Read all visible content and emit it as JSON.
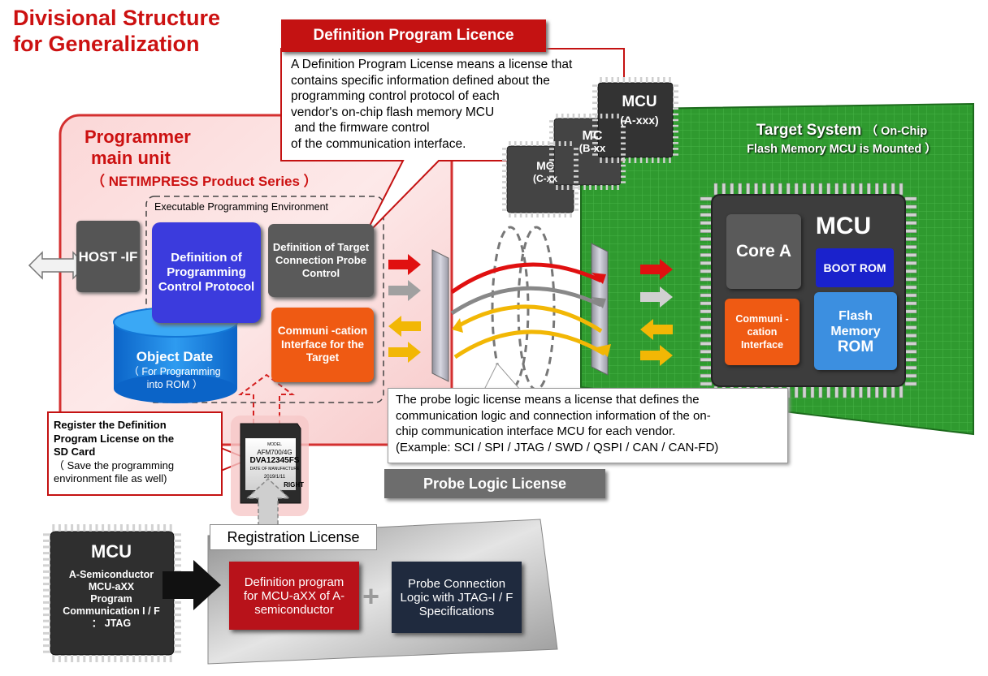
{
  "title": {
    "line1": "Divisional Structure",
    "line2": "for Generalization"
  },
  "definition_license": {
    "heading": "Definition Program Licence",
    "lines": [
      "A Definition Program License means a license that",
      "contains specific information defined about the",
      "programming control protocol of each",
      "vendor's on-chip flash memory MCU",
      " and the firmware control",
      "of the communication interface."
    ]
  },
  "programmer": {
    "title_line1": "Programmer",
    "title_line2": "main unit",
    "subtitle": "（ NETIMPRESS Product Series ）",
    "env_label": "Executable Programming Environment",
    "host_if": "HOST -IF",
    "def_protocol": "Definition of Programming Control Protocol",
    "def_target": "Definition of Target Connection Probe Control",
    "comm_if": "Communi -cation Interface for the Target",
    "object_title": "Object Date",
    "object_sub1": "（ For Programming",
    "object_sub2": "into ROM ）"
  },
  "register_note": {
    "bold_lines": [
      "Register the Definition",
      "Program License on the",
      "SD Card"
    ],
    "lines": [
      "（ Save the programming",
      "environment file as well)"
    ]
  },
  "sd_card": {
    "line1": "MODEL",
    "line2": "AFM700/4G",
    "line3": "DVA12345FS",
    "line4": "DATE OF MANUFACTURE",
    "line5": "2019/1/11",
    "line6": "RIGHT"
  },
  "target": {
    "title": "Target System",
    "title_suffix": "（ On-Chip",
    "title_line2": "Flash Memory MCU is Mounted ）",
    "mcu": "MCU",
    "core": "Core A",
    "boot_rom": "BOOT ROM",
    "comm_if": "Communi -cation Interface",
    "flash_line1": "Flash",
    "flash_line2": "Memory",
    "flash_line3": "ROM"
  },
  "mcu_chips": {
    "a_title": "MCU",
    "a_sub": "(A-xxx)",
    "b_title": "MC",
    "b_sub": "(B-xx",
    "c_title": "MC",
    "c_sub": "(C-xx"
  },
  "probe_license": {
    "lines": [
      "The probe logic license means a license that defines the",
      "communication logic and connection information of the on-",
      "chip communication interface MCU for each vendor.",
      "(Example: SCI / SPI / JTAG / SWD / QSPI / CAN / CAN-FD)"
    ],
    "label": "Probe Logic License"
  },
  "registration": {
    "label": "Registration License",
    "definition_box": "Definition program for MCU-aXX of A-semiconductor",
    "plus": "+",
    "probe_box": "Probe Connection Logic with JTAG-I / F Specifications"
  },
  "mcu_source": {
    "title": "MCU",
    "lines": [
      "A-Semiconductor",
      "MCU-aXX",
      "Program",
      "Communication I / F",
      "： JTAG"
    ]
  },
  "colors": {
    "red": "#c41212",
    "green": "#2e9a2e",
    "blue": "#3b3bdd",
    "orange": "#ef5a13",
    "dark": "#444444",
    "arrow_yellow": "#f2b705"
  }
}
